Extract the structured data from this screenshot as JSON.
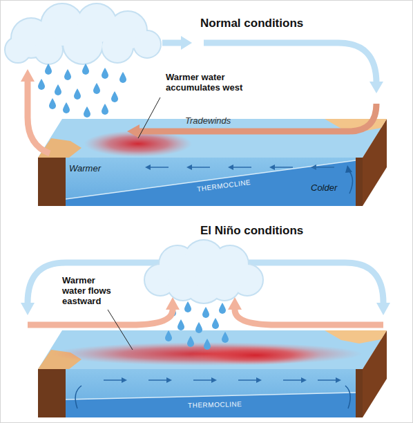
{
  "diagram": {
    "labels": [
      "Normal conditions",
      "Warmer water accumulates west",
      "Tradewinds",
      "Warmer",
      "THERMOCLINE",
      "Colder",
      "El Niño conditions",
      "Warmer water flows eastward",
      "THERMOCLINE"
    ]
  }
}
